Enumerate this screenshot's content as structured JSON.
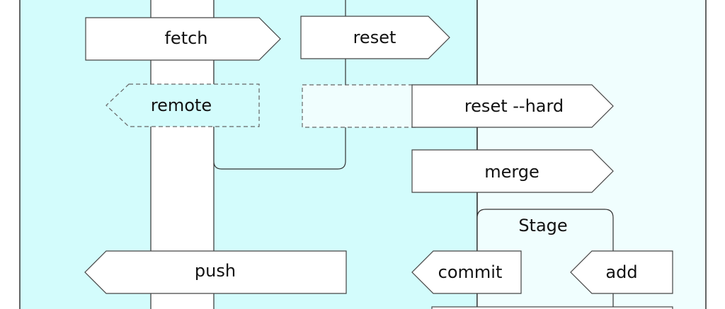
{
  "diagram": {
    "arrows": {
      "fetch": "fetch",
      "reset": "reset",
      "remote": "remote",
      "reset_hard": "reset --hard",
      "merge": "merge",
      "push": "push",
      "commit": "commit",
      "add": "add"
    },
    "regions": {
      "stage": "Stage"
    }
  },
  "colors": {
    "cyan": "#d3fcfc",
    "pale": "#f0fefe",
    "stroke": "#444444",
    "dashed": "#666666"
  }
}
